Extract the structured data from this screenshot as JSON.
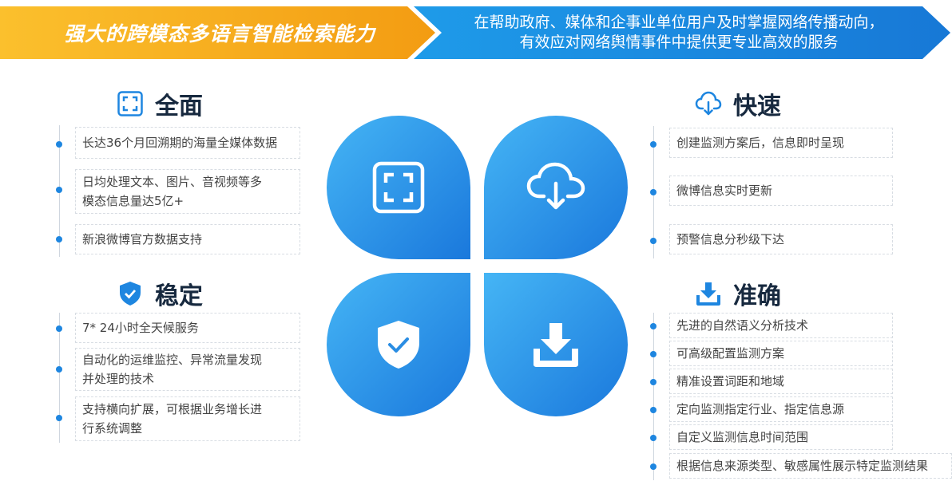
{
  "banner": {
    "left": "强大的跨模态多语言智能检索能力",
    "right_line1": "在帮助政府、媒体和企事业单位用户及时掌握网络传播动向，",
    "right_line2": "有效应对网络舆情事件中提供更专业高效的服务",
    "colors": {
      "orange": "#f5a623",
      "blue": "#1a8be6"
    }
  },
  "sections": {
    "comprehensive": {
      "title": "全面",
      "icon": "scan-frame-icon",
      "items": [
        "长达36个月回溯期的海量全媒体数据",
        "日均处理文本、图片、音视频等多",
        "模态信息量达5亿+",
        "新浪微博官方数据支持"
      ]
    },
    "fast": {
      "title": "快速",
      "icon": "cloud-download-icon",
      "items": [
        "创建监测方案后，信息即时呈现",
        "微博信息实时更新",
        "预警信息分秒级下达"
      ]
    },
    "stable": {
      "title": "稳定",
      "icon": "shield-check-icon",
      "items": [
        "7* 24小时全天候服务",
        "自动化的运维监控、异常流量发现",
        "并处理的技术",
        "支持横向扩展，可根据业务增长进",
        "行系统调整"
      ]
    },
    "accurate": {
      "title": "准确",
      "icon": "tray-download-icon",
      "items": [
        "先进的自然语义分析技术",
        "可高级配置监测方案",
        "精准设置词距和地域",
        "定向监测指定行业、指定信息源",
        "自定义监测信息时间范围",
        "根据信息来源类型、敏感属性展示特定监测结果"
      ]
    }
  },
  "colors": {
    "accent": "#1e86e0",
    "title": "#17293f"
  }
}
